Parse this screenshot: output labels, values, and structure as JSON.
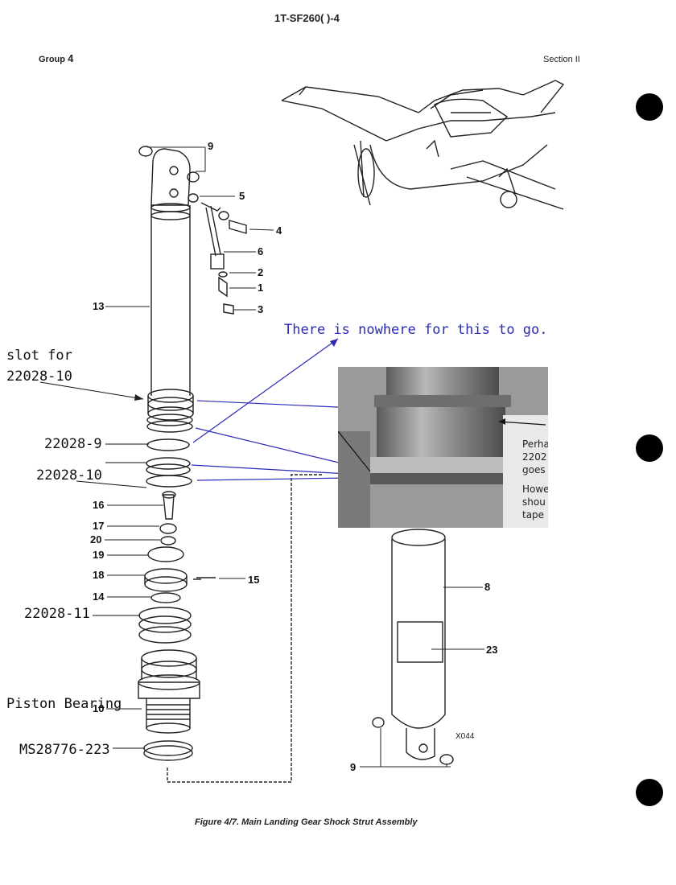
{
  "header": {
    "doc_number": "1T-SF260( )-4",
    "group_label": "Group",
    "group_number": "4",
    "section": "Section II"
  },
  "callouts": {
    "c9_top": "9",
    "c5": "5",
    "c4": "4",
    "c6": "6",
    "c2": "2",
    "c1": "1",
    "c3": "3",
    "c13": "13",
    "c16": "16",
    "c17": "17",
    "c20": "20",
    "c19": "19",
    "c18": "18",
    "c15": "15",
    "c14": "14",
    "c10": "10",
    "c8": "8",
    "c23": "23",
    "c9_bottom": "9",
    "x044": "X044"
  },
  "annotations": {
    "slot_line1": "slot for",
    "slot_line2": "22028-10",
    "p22028_9": "22028-9",
    "p22028_10": "22028-10",
    "p22028_11": "22028-11",
    "piston_bearing": "Piston Bearing",
    "ms_part": "MS28776-223",
    "nowhere_note": "There is nowhere for this to go."
  },
  "photo_inset": {
    "snippet_lines": [
      "Perha",
      "2202",
      "goes",
      "Howev",
      "shou",
      "tape"
    ]
  },
  "caption": "Figure 4/7. Main Landing Gear Shock Strut Assembly",
  "colors": {
    "annotation_blue": "#2a2ab8",
    "ink": "#111111",
    "hole": "#000000"
  }
}
